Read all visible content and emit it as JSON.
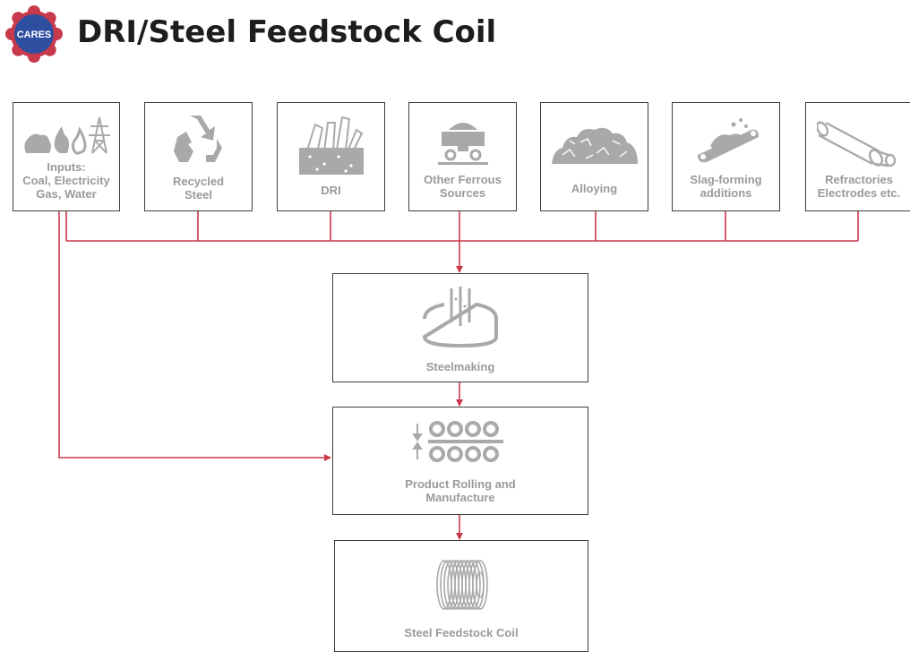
{
  "header": {
    "title": "DRI/Steel Feedstock Coil",
    "logo_text": "CARES"
  },
  "colors": {
    "connector": "#c8394b",
    "box_border": "#3d3d3d",
    "icon": "#a9a9a9",
    "label": "#9a9a9a",
    "logo_outer": "#c8394b",
    "logo_inner": "#2e4fa0"
  },
  "inputs": [
    {
      "label": "Inputs:\nCoal, Electricity\nGas, Water",
      "icon": "fuel-and-power-icon"
    },
    {
      "label": "Recycled\nSteel",
      "icon": "recycle-icon"
    },
    {
      "label": "DRI",
      "icon": "dri-pile-icon"
    },
    {
      "label": "Other Ferrous\nSources",
      "icon": "ore-cart-icon"
    },
    {
      "label": "Alloying",
      "icon": "alloy-pile-icon"
    },
    {
      "label": "Slag-forming\nadditions",
      "icon": "conveyor-icon"
    },
    {
      "label": "Refractories\nElectrodes etc.",
      "icon": "electrode-icon"
    }
  ],
  "process": [
    {
      "label": "Steelmaking",
      "icon": "furnace-icon"
    },
    {
      "label": "Product Rolling and\nManufacture",
      "icon": "rolling-mill-icon"
    },
    {
      "label": "Steel Feedstock Coil",
      "icon": "coil-icon"
    }
  ]
}
